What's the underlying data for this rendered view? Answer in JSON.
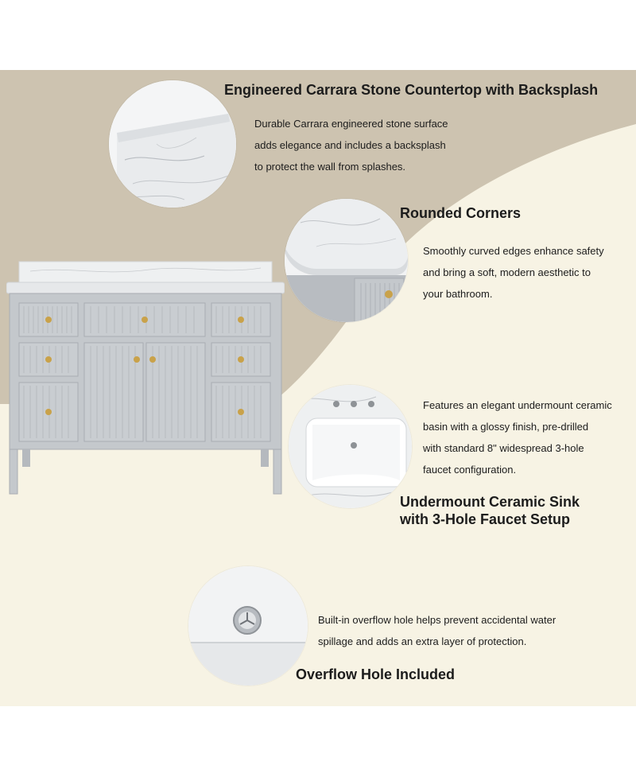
{
  "features": [
    {
      "title": "Engineered Carrara Stone Countertop with Backsplash",
      "description": [
        "Durable Carrara engineered stone surface",
        "adds elegance and includes a backsplash",
        "to protect the wall from splashes."
      ]
    },
    {
      "title": "Rounded Corners",
      "description": [
        "Smoothly curved edges enhance safety",
        "and bring a soft, modern aesthetic to",
        "your bathroom."
      ]
    },
    {
      "title_lines": [
        "Undermount Ceramic Sink",
        "with 3-Hole Faucet Setup"
      ],
      "description": [
        "Features an elegant undermount ceramic",
        "basin with a glossy finish, pre-drilled",
        "with standard 8\" widespread 3-hole",
        "faucet configuration."
      ]
    },
    {
      "title": "Overflow Hole Included",
      "description": [
        "Built-in overflow hole helps prevent accidental water",
        "spillage and adds an extra layer of protection."
      ]
    }
  ],
  "colors": {
    "taupe_background": "#cdc3b0",
    "cream_background": "#f7f3e4",
    "cabinet_gray": "#c4c8cc",
    "hardware_gold": "#c9a24a",
    "marble_white": "#eef0f1"
  },
  "icons": {
    "countertop": "marble-backsplash-closeup",
    "corner": "rounded-corner-closeup",
    "sink": "undermount-sink-closeup",
    "overflow": "overflow-hole-closeup"
  }
}
